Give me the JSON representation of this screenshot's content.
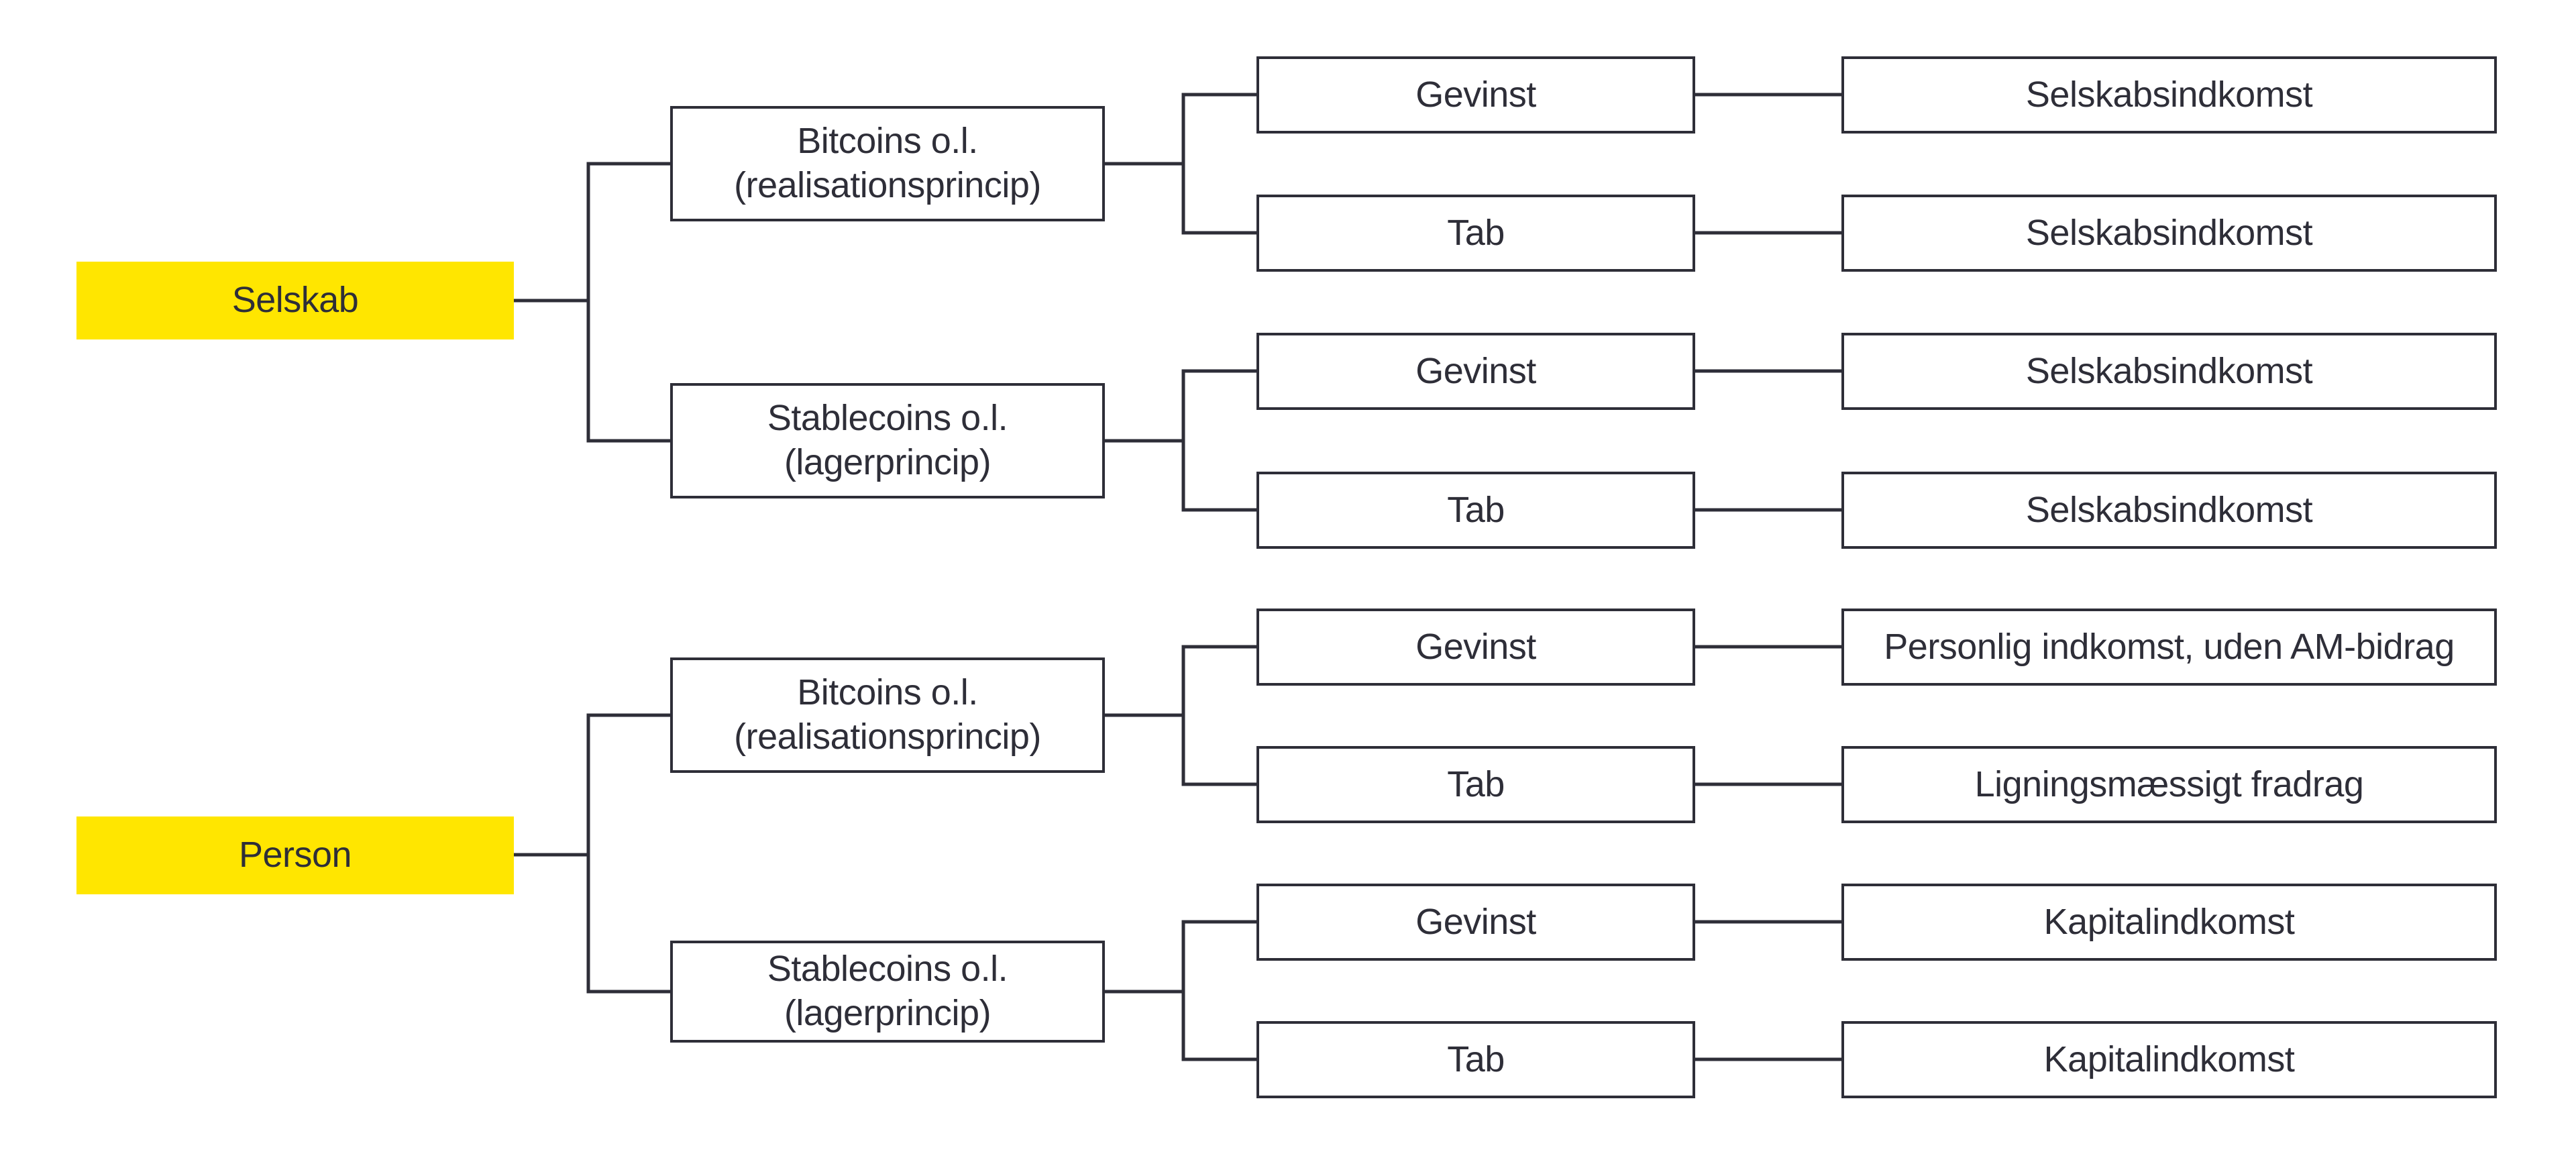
{
  "diagram": {
    "colors": {
      "accent_yellow": "#FFE600",
      "ink": "#2E2E38",
      "background": "#FFFFFF"
    },
    "groups": [
      {
        "root": {
          "label": "Selskab"
        },
        "branches": [
          {
            "label_line1": "Bitcoins o.l.",
            "label_line2": "(realisationsprincip)",
            "outcomes": [
              {
                "case": "Gevinst",
                "result": "Selskabsindkomst"
              },
              {
                "case": "Tab",
                "result": "Selskabsindkomst"
              }
            ]
          },
          {
            "label_line1": "Stablecoins o.l.",
            "label_line2": "(lagerprincip)",
            "outcomes": [
              {
                "case": "Gevinst",
                "result": "Selskabsindkomst"
              },
              {
                "case": "Tab",
                "result": "Selskabsindkomst"
              }
            ]
          }
        ]
      },
      {
        "root": {
          "label": "Person"
        },
        "branches": [
          {
            "label_line1": "Bitcoins o.l.",
            "label_line2": "(realisationsprincip)",
            "outcomes": [
              {
                "case": "Gevinst",
                "result": "Personlig indkomst, uden AM-bidrag"
              },
              {
                "case": "Tab",
                "result": "Ligningsmæssigt fradrag"
              }
            ]
          },
          {
            "label_line1": "Stablecoins o.l.",
            "label_line2": "(lagerprincip)",
            "outcomes": [
              {
                "case": "Gevinst",
                "result": "Kapitalindkomst"
              },
              {
                "case": "Tab",
                "result": "Kapitalindkomst"
              }
            ]
          }
        ]
      }
    ]
  }
}
